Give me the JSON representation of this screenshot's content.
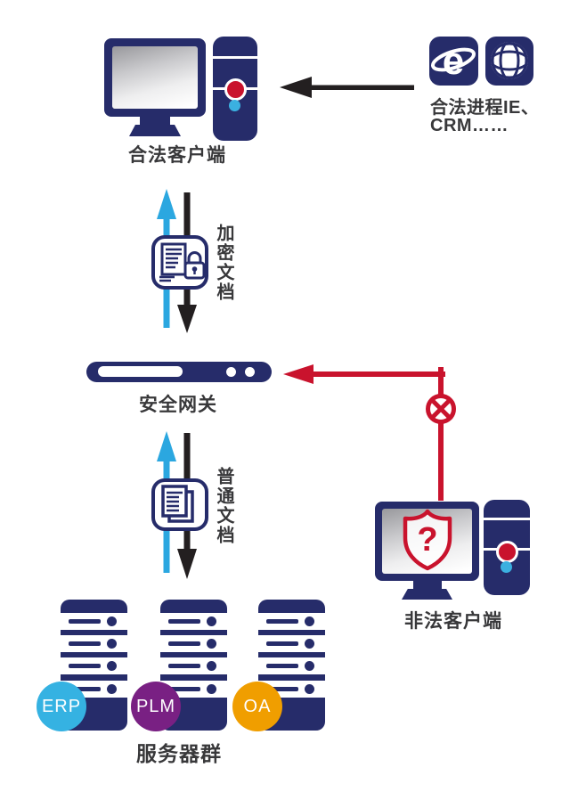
{
  "colors": {
    "navy": "#262c6a",
    "red": "#c9132d",
    "arrow_black": "#231f20",
    "arrow_blue": "#2ba7e0",
    "led_red": "#c9132d",
    "led_cyan": "#3bb0e0",
    "text": "#38383a",
    "badge_erp": "#35b2e2",
    "badge_plm": "#792083",
    "badge_oa": "#f09e00"
  },
  "legit_client": {
    "label": "合法客户端"
  },
  "legit_process": {
    "line1": "合法进程IE、",
    "line2": "CRM……"
  },
  "encrypted_doc": {
    "label": "加密文档"
  },
  "gateway": {
    "label": "安全网关"
  },
  "plain_doc": {
    "label": "普通文档"
  },
  "illegal_client": {
    "label": "非法客户端"
  },
  "servers": {
    "label": "服务器群",
    "badges": [
      {
        "label": "ERP",
        "color": "#35b2e2"
      },
      {
        "label": "PLM",
        "color": "#792083"
      },
      {
        "label": "OA",
        "color": "#f09e00"
      }
    ]
  }
}
